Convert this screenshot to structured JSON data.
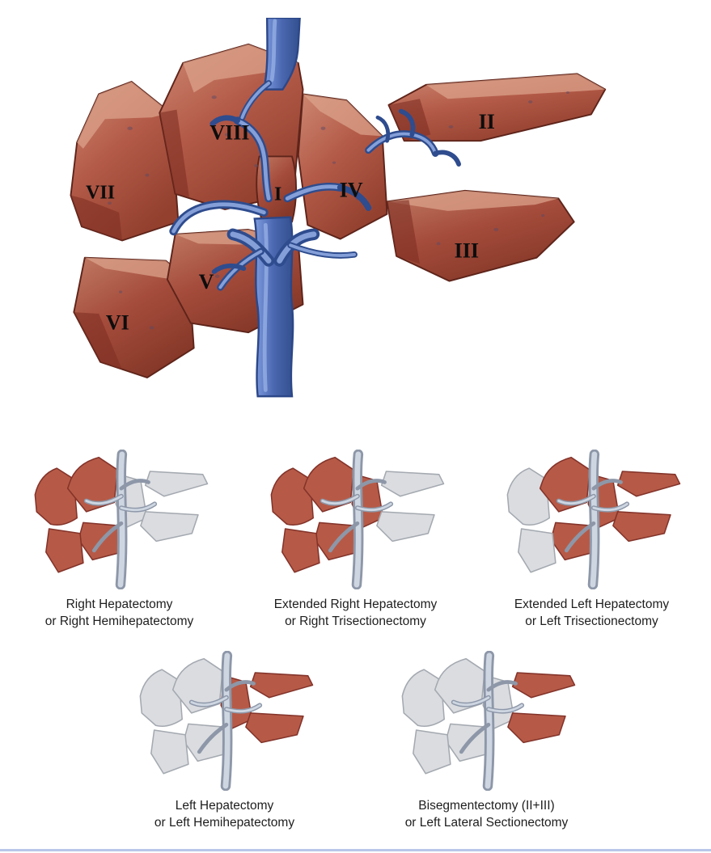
{
  "main": {
    "description": "Couinaud liver segments exploded diagram",
    "labels": {
      "s1": "I",
      "s2": "II",
      "s3": "III",
      "s4": "IV",
      "s5": "V",
      "s6": "VI",
      "s7": "VII",
      "s8": "VIII"
    }
  },
  "procedures": [
    {
      "line1": "Right Hepatectomy",
      "line2": "or Right Hemihepatectomy",
      "red_segments": [
        "s5",
        "s6",
        "s7",
        "s8"
      ],
      "row": 1
    },
    {
      "line1": "Extended Right Hepatectomy",
      "line2": "or Right Trisectionectomy",
      "red_segments": [
        "s4",
        "s5",
        "s6",
        "s7",
        "s8"
      ],
      "row": 1
    },
    {
      "line1": "Extended Left Hepatectomy",
      "line2": "or Left Trisectionectomy",
      "red_segments": [
        "s2",
        "s3",
        "s4",
        "s5",
        "s8"
      ],
      "row": 1
    },
    {
      "line1": "Left Hepatectomy",
      "line2": "or Left Hemihepatectomy",
      "red_segments": [
        "s2",
        "s3",
        "s4"
      ],
      "row": 2
    },
    {
      "line1": "Bisegmentectomy (II+III)",
      "line2": "or Left Lateral Sectionectomy",
      "red_segments": [
        "s2",
        "s3"
      ],
      "row": 2
    }
  ],
  "palette": {
    "liver_red": "#b35a48",
    "liver_dark": "#7e2f23",
    "liver_light": "#dda48c",
    "vessel_blue": "#4a67b0",
    "remnant_gray": "#dadce0",
    "bottom_rule": "#b9c6ea"
  }
}
